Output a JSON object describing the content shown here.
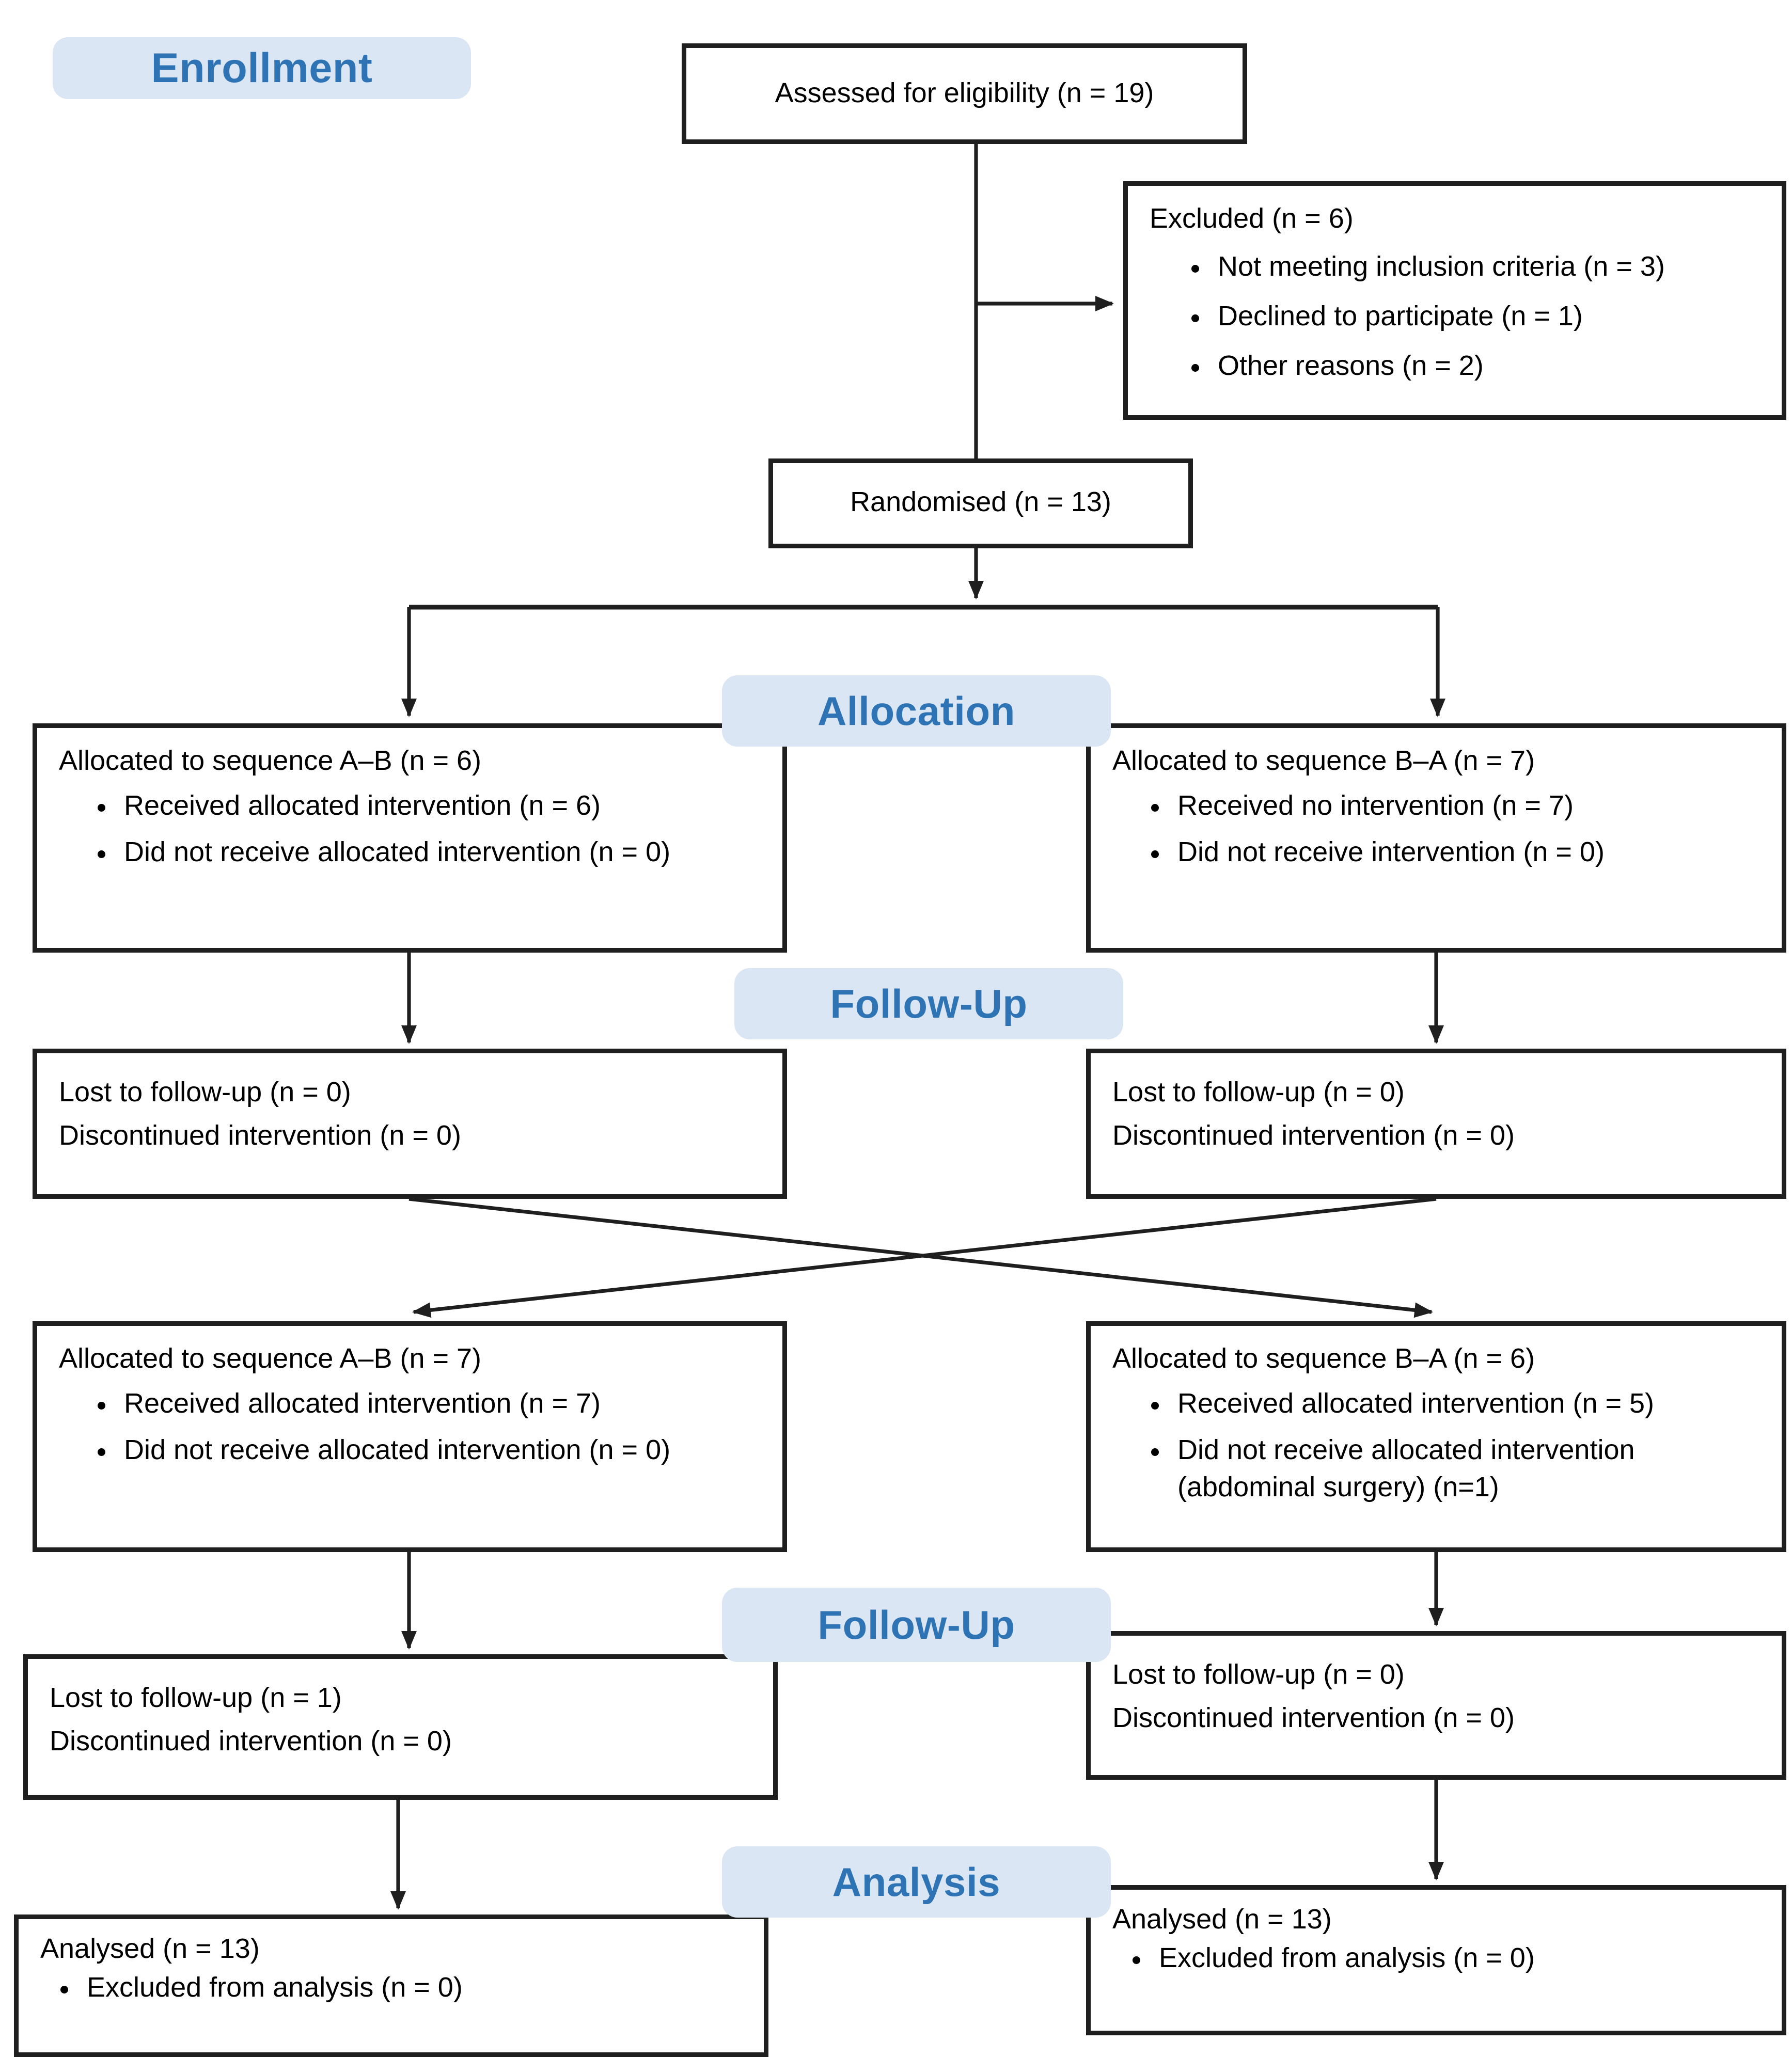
{
  "colors": {
    "badge_bg": "#dbe6f4",
    "badge_text": "#2e74b5",
    "box_border": "#1f1f1f",
    "line": "#1f1f1f"
  },
  "labels": {
    "enrollment": "Enrollment",
    "allocation": "Allocation",
    "followup": "Follow-Up",
    "analysis": "Analysis"
  },
  "boxes": {
    "assessed": {
      "text": "Assessed for eligibility (n = 19)"
    },
    "excluded": {
      "title": "Excluded (n = 6)",
      "bullets": [
        "Not meeting inclusion criteria (n = 3)",
        "Declined to participate (n = 1)",
        "Other reasons (n = 2)"
      ]
    },
    "randomised": {
      "text": "Randomised (n = 13)"
    },
    "alloc1_left": {
      "title": "Allocated to sequence A–B (n = 6)",
      "bullets": [
        "Received allocated intervention (n = 6)",
        "Did not receive allocated intervention (n = 0)"
      ]
    },
    "alloc1_right": {
      "title": "Allocated to sequence B–A (n = 7)",
      "bullets": [
        "Received no intervention (n = 7)",
        "Did not receive intervention (n = 0)"
      ]
    },
    "fu1_left": {
      "lines": [
        "Lost to follow-up (n = 0)",
        "Discontinued intervention (n = 0)"
      ]
    },
    "fu1_right": {
      "lines": [
        "Lost to follow-up (n = 0)",
        "Discontinued intervention (n = 0)"
      ]
    },
    "alloc2_left": {
      "title": "Allocated to sequence A–B (n = 7)",
      "bullets": [
        "Received allocated intervention (n = 7)",
        "Did not receive allocated intervention (n = 0)"
      ]
    },
    "alloc2_right": {
      "title": "Allocated to sequence B–A (n = 6)",
      "bullets": [
        "Received allocated intervention (n = 5)",
        "Did not receive allocated intervention (abdominal surgery) (n=1)"
      ]
    },
    "fu2_left": {
      "lines": [
        "Lost to follow-up (n = 1)",
        "Discontinued intervention (n = 0)"
      ]
    },
    "fu2_right": {
      "lines": [
        "Lost to follow-up (n = 0)",
        "Discontinued intervention (n = 0)"
      ]
    },
    "analysis_left": {
      "title": "Analysed (n = 13)",
      "bullets": [
        "Excluded from analysis (n = 0)"
      ]
    },
    "analysis_right": {
      "title": "Analysed (n = 13)",
      "bullets": [
        "Excluded from analysis (n = 0)"
      ]
    }
  }
}
